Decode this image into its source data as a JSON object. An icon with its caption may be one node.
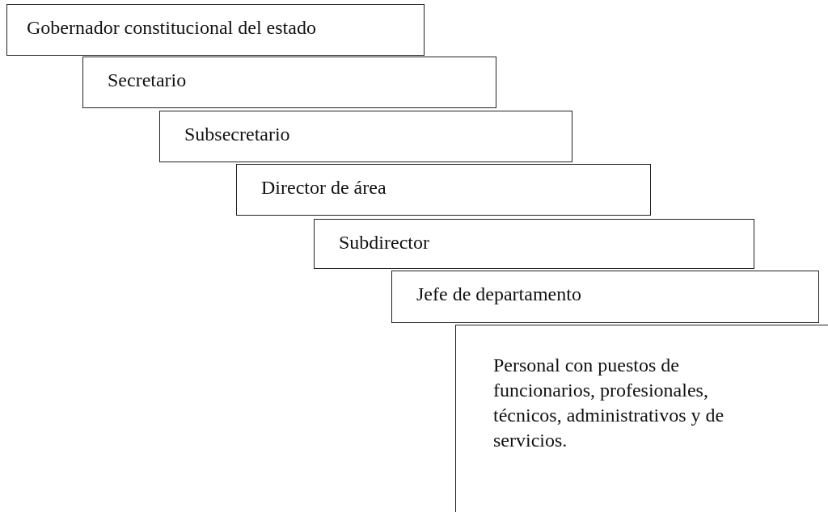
{
  "diagram": {
    "nodes": [
      {
        "text": [
          "Gobernador constitucional del estado"
        ]
      },
      {
        "text": [
          "Secretario"
        ]
      },
      {
        "text": [
          "Subsecretario"
        ]
      },
      {
        "text": [
          "Director de área"
        ]
      },
      {
        "text": [
          "Subdirector"
        ]
      },
      {
        "text": [
          "Jefe de departamento"
        ]
      },
      {
        "text": [
          "Personal con puestos de funcionarios, profesionales, técnicos, administrativos y de servicios."
        ]
      }
    ]
  }
}
